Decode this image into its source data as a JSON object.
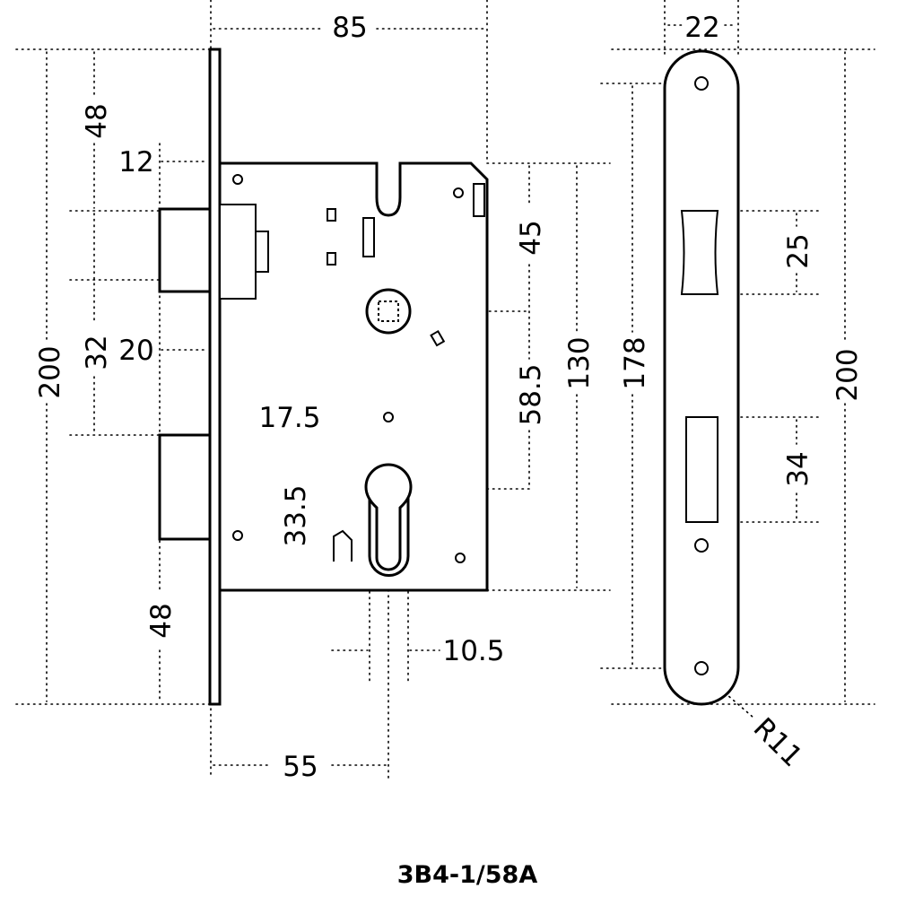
{
  "drawing": {
    "model_label": "3B4-1/58A",
    "dimensions": {
      "body_depth": "85",
      "faceplate_width": "22",
      "top_to_latch": "48",
      "faceplate_offset_top": "12",
      "latch_to_bolt": "32",
      "bolt_offset": "20",
      "overall_height_left": "200",
      "bottom_to_bolt": "48",
      "spindle_to_cylinder_offset": "17.5",
      "cylinder_height": "33.5",
      "cylinder_width": "10.5",
      "backset": "55",
      "latch_window": "45",
      "center_distance": "58.5",
      "case_height": "130",
      "screw_distance": "178",
      "strike_latch": "25",
      "strike_bolt": "34",
      "overall_height_right": "200",
      "corner_radius": "R11"
    }
  }
}
